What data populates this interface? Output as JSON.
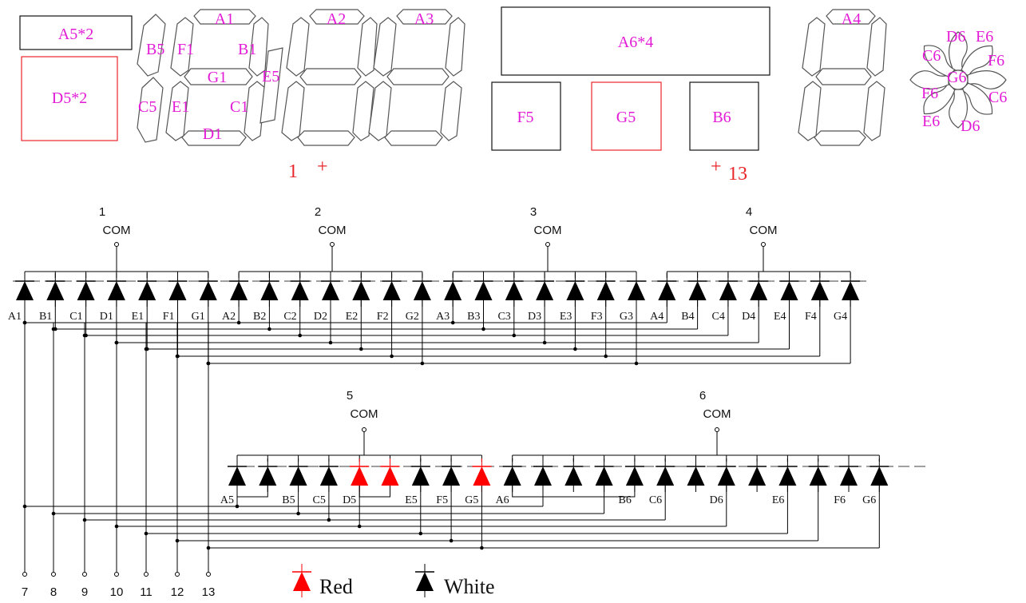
{
  "top_panel": {
    "small_boxes": {
      "a5": "A5*2",
      "d5": "D5*2"
    },
    "digit1": {
      "a": "A1",
      "b": "B1",
      "c": "C1",
      "d": "D1",
      "e": "E1",
      "f": "F1",
      "g": "G1"
    },
    "extra_segments": {
      "b5": "B5",
      "c5": "C5",
      "e5": "E5"
    },
    "digit2": {
      "a": "A2"
    },
    "digit3": {
      "a": "A3"
    },
    "center_boxes": {
      "a6": "A6*4",
      "f5": "F5",
      "g5": "G5",
      "b6": "B6"
    },
    "digit4": {
      "a": "A4"
    },
    "fan": {
      "d6": "D6",
      "e6": "E6",
      "c6": "C6",
      "f6": "F6",
      "g6": "G6"
    },
    "pin_marks": {
      "left": "1",
      "left_plus": "+",
      "right_plus": "+",
      "right": "13"
    },
    "colors": {
      "segment_label": "#e21bd6",
      "red": "#e8262a"
    }
  },
  "schematic": {
    "common_pins": [
      {
        "num": "1",
        "label": "COM"
      },
      {
        "num": "2",
        "label": "COM"
      },
      {
        "num": "3",
        "label": "COM"
      },
      {
        "num": "4",
        "label": "COM"
      },
      {
        "num": "5",
        "label": "COM"
      },
      {
        "num": "6",
        "label": "COM"
      }
    ],
    "row1_labels": [
      "A1",
      "B1",
      "C1",
      "D1",
      "E1",
      "F1",
      "G1",
      "A2",
      "B2",
      "C2",
      "D2",
      "E2",
      "F2",
      "G2",
      "A3",
      "B3",
      "C3",
      "D3",
      "E3",
      "F3",
      "G3",
      "A4",
      "B4",
      "C4",
      "D4",
      "E4",
      "F4",
      "G4"
    ],
    "row2_labels": [
      "A5",
      "B5",
      "C5",
      "D5",
      "E5",
      "F5",
      "G5",
      "A6",
      "B6",
      "C6",
      "D6",
      "E6",
      "F6",
      "G6"
    ],
    "row2_diode_colors": [
      "white",
      "white",
      "white",
      "white",
      "red",
      "red",
      "white",
      "white",
      "red",
      "white",
      "white",
      "white",
      "white",
      "white",
      "white",
      "white",
      "white",
      "white",
      "white",
      "white",
      "white",
      "white"
    ],
    "bottom_pins": [
      "7",
      "8",
      "9",
      "10",
      "11",
      "12",
      "13"
    ]
  },
  "legend": {
    "red_label": "Red",
    "white_label": "White",
    "red_color": "#ff0000",
    "white_color": "#000000"
  }
}
